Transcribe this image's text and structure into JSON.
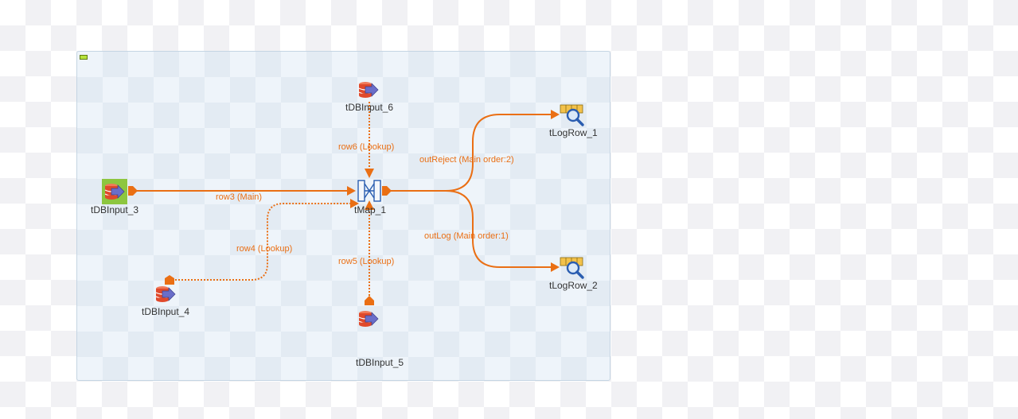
{
  "subjob": {
    "status": "collapsed-toggle"
  },
  "components": {
    "tDBInput_3": {
      "label": "tDBInput_3",
      "icon": "database-input-icon",
      "selected": true
    },
    "tDBInput_4": {
      "label": "tDBInput_4",
      "icon": "database-input-icon"
    },
    "tDBInput_5": {
      "label": "tDBInput_5",
      "icon": "database-input-icon"
    },
    "tDBInput_6": {
      "label": "tDBInput_6",
      "icon": "database-input-icon"
    },
    "tMap_1": {
      "label": "tMap_1",
      "icon": "tmap-icon"
    },
    "tLogRow_1": {
      "label": "tLogRow_1",
      "icon": "logrow-icon"
    },
    "tLogRow_2": {
      "label": "tLogRow_2",
      "icon": "logrow-icon"
    }
  },
  "connections": {
    "row3": {
      "label": "row3 (Main)",
      "style": "main"
    },
    "row4": {
      "label": "row4 (Lookup)",
      "style": "lookup"
    },
    "row5": {
      "label": "row5 (Lookup)",
      "style": "lookup"
    },
    "row6": {
      "label": "row6 (Lookup)",
      "style": "lookup"
    },
    "outReject": {
      "label": "outReject (Main order:2)",
      "style": "main"
    },
    "outLog": {
      "label": "outLog (Main order:1)",
      "style": "main"
    }
  },
  "colors": {
    "connection": "#ea6f14",
    "db_icon": "#e0492b",
    "arrow_icon": "#6a6ec9",
    "selection": "#8dc63f"
  }
}
